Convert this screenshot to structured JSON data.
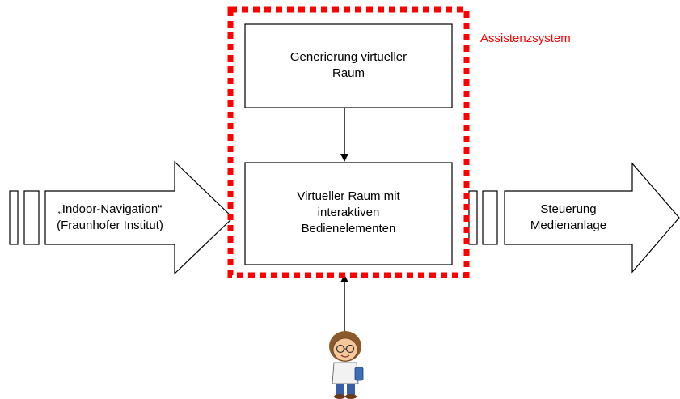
{
  "system": {
    "label": "Assistenzsystem",
    "color": "#ff0000"
  },
  "boxes": {
    "generation": "Generierung virtueller\nRaum",
    "virtual_room": "Virtueller Raum mit\ninteraktiven\nBedienelementen"
  },
  "input_arrow": {
    "label": "„Indoor-Navigation“\n(Fraunhofer Institut)"
  },
  "output_arrow": {
    "label": "Steuerung\nMedienanlage"
  },
  "user": {
    "icon": "user-figure-icon"
  }
}
